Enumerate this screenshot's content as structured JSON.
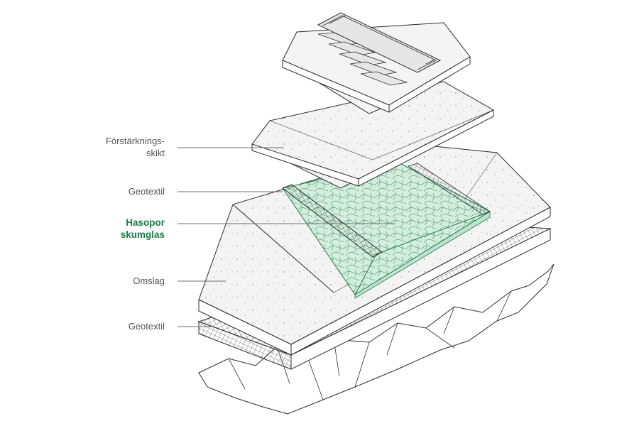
{
  "labels": {
    "reinforcement": [
      "Förstärknings-",
      "skikt"
    ],
    "geotextile_top": "Geotextil",
    "foamglass": [
      "Hasopor",
      "skumglas"
    ],
    "cover": "Omslag",
    "geotextile_bottom": "Geotextil"
  },
  "colors": {
    "stroke": "#2b2b2b",
    "leader": "#6d6d6d",
    "fill": "#f4f4f4",
    "rail_fill": "#e6e6e6",
    "accent": "#1a7a4a",
    "foam_fill": "#d4eede",
    "label_text": "#555555"
  }
}
